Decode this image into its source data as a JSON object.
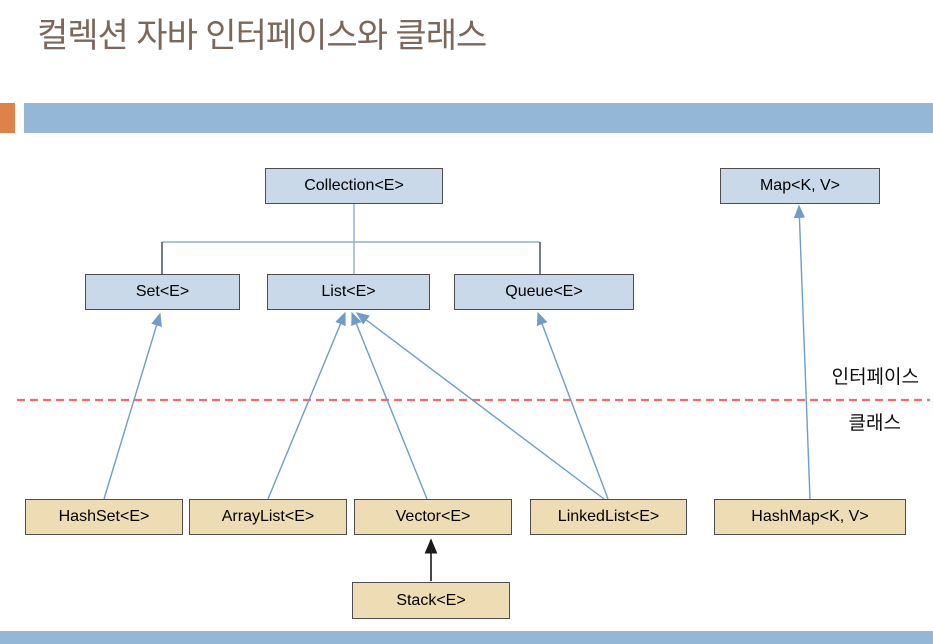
{
  "title": "컬렉션 자바 인터페이스와 클래스",
  "colors": {
    "title_text": "#7c675b",
    "accent_orange": "#dd8249",
    "accent_blue_bar": "#94b7d7",
    "interface_box_fill": "#c9d9e9",
    "class_box_fill": "#eedcb4",
    "box_border": "#4d4d4d",
    "arrow_blue": "#6f9dc8",
    "arrow_black": "#1a1a1a",
    "divider_red": "#f26d63"
  },
  "diagram": {
    "nodes": {
      "collection": {
        "label": "Collection<E>",
        "kind": "interface"
      },
      "map": {
        "label": "Map<K, V>",
        "kind": "interface"
      },
      "set": {
        "label": "Set<E>",
        "kind": "interface"
      },
      "list": {
        "label": "List<E>",
        "kind": "interface"
      },
      "queue": {
        "label": "Queue<E>",
        "kind": "interface"
      },
      "hashset": {
        "label": "HashSet<E>",
        "kind": "class"
      },
      "arraylist": {
        "label": "ArrayList<E>",
        "kind": "class"
      },
      "vector": {
        "label": "Vector<E>",
        "kind": "class"
      },
      "linkedlist": {
        "label": "LinkedList<E>",
        "kind": "class"
      },
      "hashmap": {
        "label": "HashMap<K, V>",
        "kind": "class"
      },
      "stack": {
        "label": "Stack<E>",
        "kind": "class"
      }
    },
    "edges": [
      {
        "from": "Collection<E>",
        "to": "Set<E>",
        "style": "tree-connector"
      },
      {
        "from": "Collection<E>",
        "to": "List<E>",
        "style": "tree-connector"
      },
      {
        "from": "Collection<E>",
        "to": "Queue<E>",
        "style": "tree-connector"
      },
      {
        "from": "HashSet<E>",
        "to": "Set<E>",
        "style": "blue-arrow"
      },
      {
        "from": "ArrayList<E>",
        "to": "List<E>",
        "style": "blue-arrow"
      },
      {
        "from": "Vector<E>",
        "to": "List<E>",
        "style": "blue-arrow"
      },
      {
        "from": "LinkedList<E>",
        "to": "List<E>",
        "style": "blue-arrow"
      },
      {
        "from": "LinkedList<E>",
        "to": "Queue<E>",
        "style": "blue-arrow"
      },
      {
        "from": "HashMap<K, V>",
        "to": "Map<K, V>",
        "style": "blue-arrow"
      },
      {
        "from": "Stack<E>",
        "to": "Vector<E>",
        "style": "black-arrow"
      }
    ],
    "divider": {
      "label_above": "인터페이스",
      "label_below": "클래스"
    }
  }
}
